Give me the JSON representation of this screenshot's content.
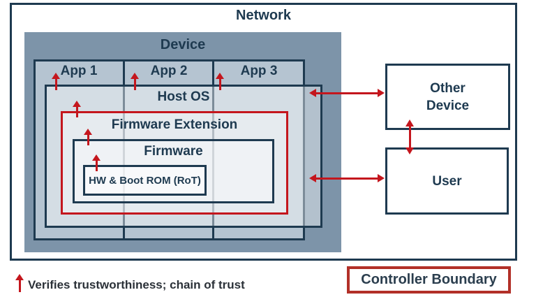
{
  "palette": {
    "navy": "#1e3a50",
    "slate": "#7d94a9",
    "apps_fill": "#b5c4d1",
    "red": "#c4161d",
    "legend_red": "#b23028",
    "legend_text": "#2b3138",
    "white": "#ffffff"
  },
  "diagram": {
    "network": {
      "label": "Network"
    },
    "device": {
      "label": "Device",
      "apps": [
        {
          "label": "App 1"
        },
        {
          "label": "App 2"
        },
        {
          "label": "App 3"
        }
      ],
      "host_os": {
        "label": "Host OS"
      },
      "firmware_extension": {
        "label": "Firmware Extension"
      },
      "firmware": {
        "label": "Firmware"
      },
      "hw_boot_rom": {
        "label": "HW & Boot ROM (RoT)"
      }
    },
    "other_device": {
      "label_line1": "Other",
      "label_line2": "Device"
    },
    "user": {
      "label": "User"
    }
  },
  "legend": {
    "chain_of_trust": "Verifies trustworthiness; chain of trust",
    "controller_boundary": "Controller Boundary"
  }
}
